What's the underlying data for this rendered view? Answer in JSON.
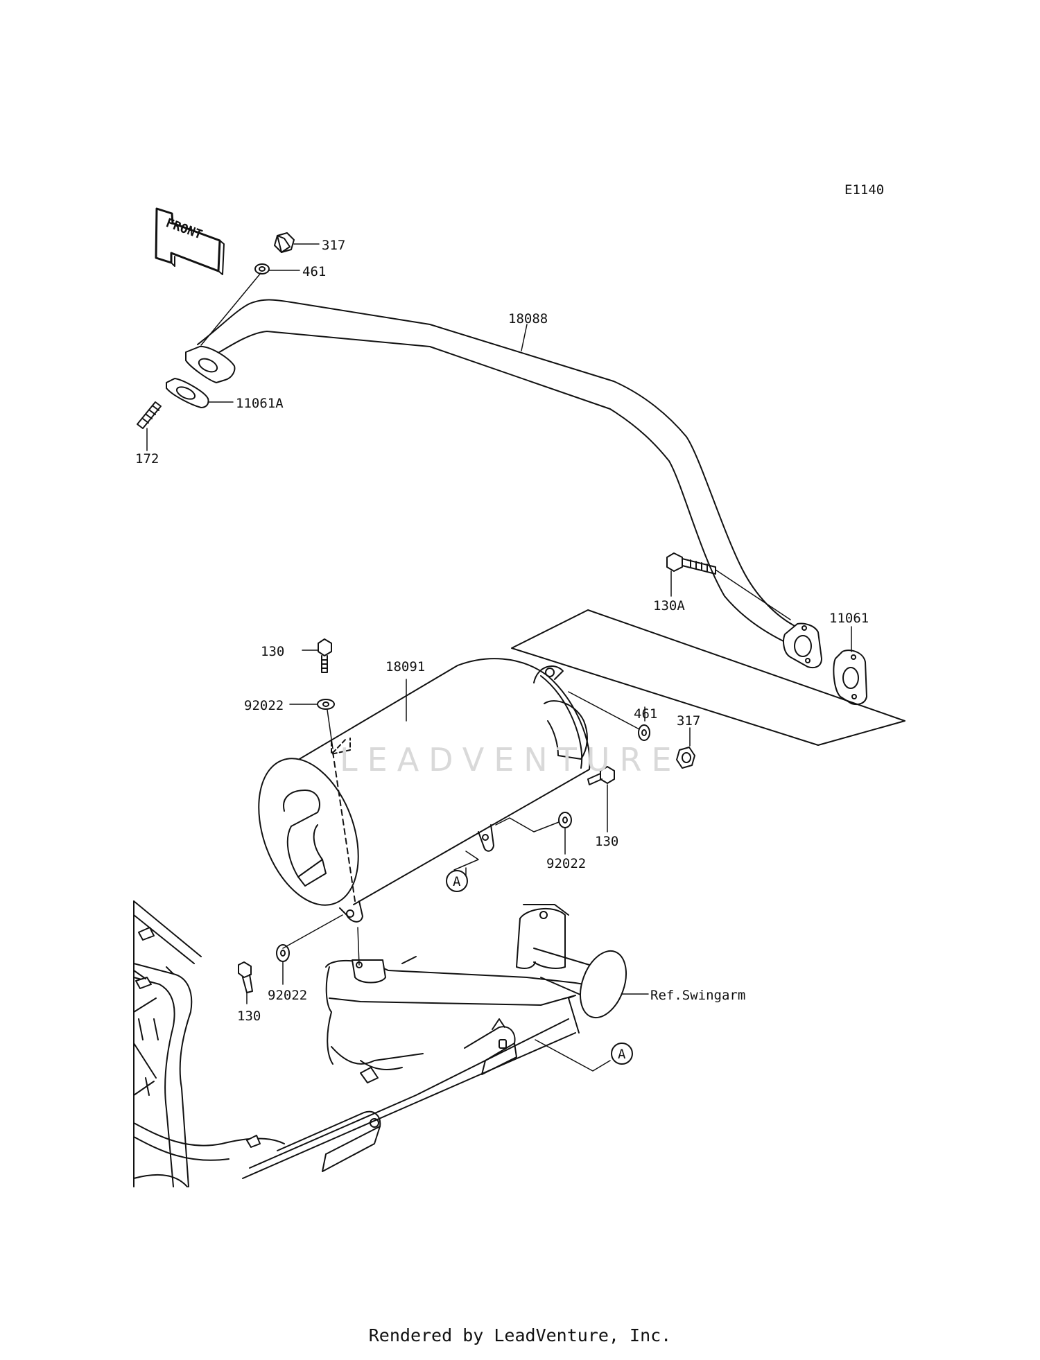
{
  "diagram": {
    "code": "E1140",
    "front_label": "FRONT",
    "watermark": "LEADVENTURE",
    "footer": "Rendered by LeadVenture, Inc.",
    "callouts": {
      "nut_top": "317",
      "washer_top": "461",
      "exhaust_pipe": "18088",
      "gasket_front": "11061A",
      "stud": "172",
      "bolt_130a": "130A",
      "gasket_rear": "11061",
      "bolt_top_left": "130",
      "washer_top_left": "92022",
      "muffler": "18091",
      "washer_right": "461",
      "nut_right": "317",
      "bolt_right": "130",
      "washer_mid_right": "92022",
      "ref_a_upper": "A",
      "washer_bottom": "92022",
      "bolt_bottom": "130",
      "ref_swingarm": "Ref.Swingarm",
      "ref_a_lower": "A"
    }
  }
}
